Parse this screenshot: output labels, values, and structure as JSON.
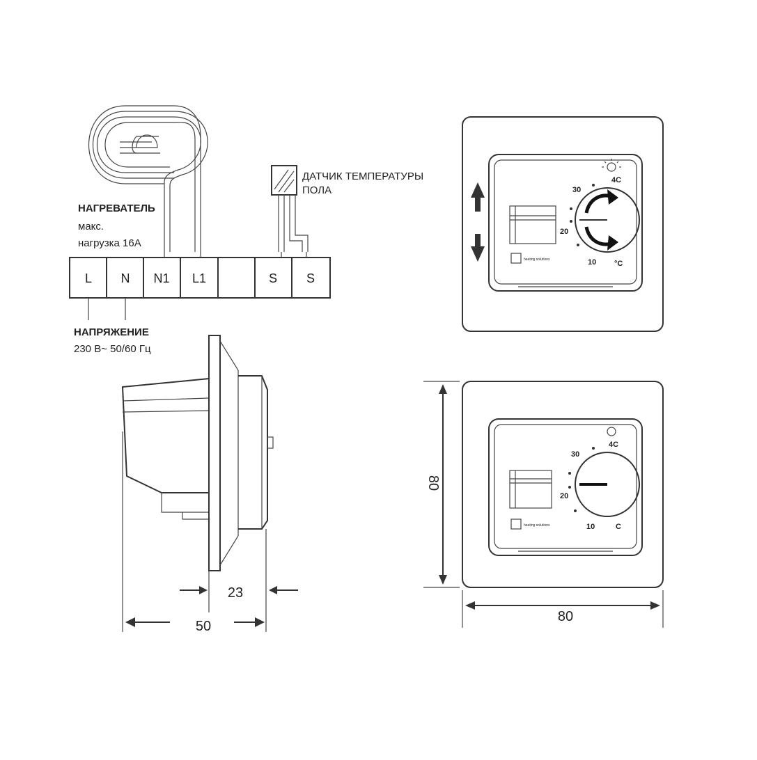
{
  "wiring": {
    "heater_title": "НАГРЕВАТЕЛЬ",
    "heater_sub1": "макс.",
    "heater_sub2": "нагрузка 16А",
    "sensor_line1": "ДАТЧИК ТЕМПЕРАТУРЫ",
    "sensor_line2": "ПОЛА",
    "voltage_title": "НАПРЯЖЕНИЕ",
    "voltage_sub": "230 В~ 50/60 Гц",
    "terminals": [
      "L",
      "N",
      "N1",
      "L1",
      "",
      "S",
      "S"
    ]
  },
  "front_top": {
    "scale_30": "30",
    "scale_40": "4C",
    "scale_20": "20",
    "scale_10": "10",
    "unit": "°C",
    "brand_text": "heating solutions"
  },
  "front_bottom": {
    "scale_30": "30",
    "scale_40": "4C",
    "scale_20": "20",
    "scale_10": "10",
    "unit": "C",
    "brand_text": "heating solutions"
  },
  "dimensions": {
    "height": "80",
    "width": "80",
    "depth_total": "50",
    "depth_front": "23"
  },
  "colors": {
    "line": "#333333",
    "background": "#ffffff"
  },
  "icons": {
    "arrow_up": "arrow-up-icon",
    "arrow_down": "arrow-down-icon",
    "sun": "sun-icon",
    "rotate_cw": "rotate-cw-icon",
    "rotate_ccw": "rotate-ccw-icon"
  }
}
